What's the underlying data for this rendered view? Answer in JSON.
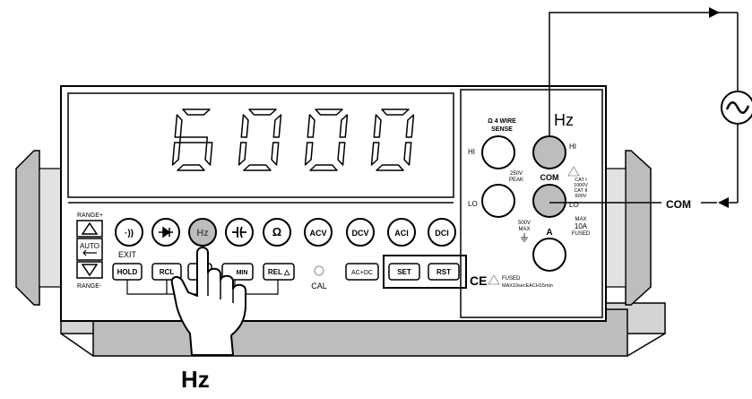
{
  "display": {
    "reading": "6000"
  },
  "range_panel": {
    "range_plus": "RANGE+",
    "auto": "AUTO",
    "range_minus": "RANGE-"
  },
  "function_keys": [
    {
      "id": "continuity",
      "icon": "continuity-icon",
      "label": "·))"
    },
    {
      "id": "diode",
      "icon": "diode-icon",
      "label": ""
    },
    {
      "id": "hz",
      "icon": "",
      "label": "Hz"
    },
    {
      "id": "capacitance",
      "icon": "capacitor-icon",
      "label": ""
    },
    {
      "id": "ohm",
      "icon": "",
      "label": "Ω"
    },
    {
      "id": "acv",
      "icon": "",
      "label": "ACV"
    },
    {
      "id": "dcv",
      "icon": "",
      "label": "DCV"
    },
    {
      "id": "aci",
      "icon": "",
      "label": "ACI"
    },
    {
      "id": "dci",
      "icon": "",
      "label": "DCI"
    }
  ],
  "lower_keys": {
    "exit": "EXIT",
    "hold": "HOLD",
    "rcl": "RCL",
    "min": "MIN",
    "rel": "REL △",
    "cal": "CAL",
    "acdc": "AC+DC",
    "set": "SET",
    "rst": "RST"
  },
  "terminals": {
    "wire_title_1": "Ω 4 WIRE",
    "wire_title_2": "SENSE",
    "hz_label": "Hz",
    "hi_left": "HI",
    "hi_right": "HI",
    "lo_left": "LO",
    "lo_right": "LO",
    "com": "COM",
    "peak_1": "250V",
    "peak_2": "PEAK",
    "max500_1": "500V",
    "max500_2": "MAX",
    "cat_1": "CAT I",
    "cat_2": "1000V",
    "cat_3": "CAT II",
    "cat_4": "600V",
    "a_label": "A",
    "amax_1": "MAX",
    "amax_2": "10A",
    "amax_3": "FUSED",
    "ce": "CE",
    "fused_1": "FUSED",
    "fused_2": "MAX10secEACH15min"
  },
  "external": {
    "com_label": "COM",
    "bottom_label": "Hz"
  },
  "colors": {
    "stroke": "#000000",
    "panel": "#ffffff",
    "gray": "#bdbdbd",
    "dark_gray": "#8c8c8c"
  }
}
